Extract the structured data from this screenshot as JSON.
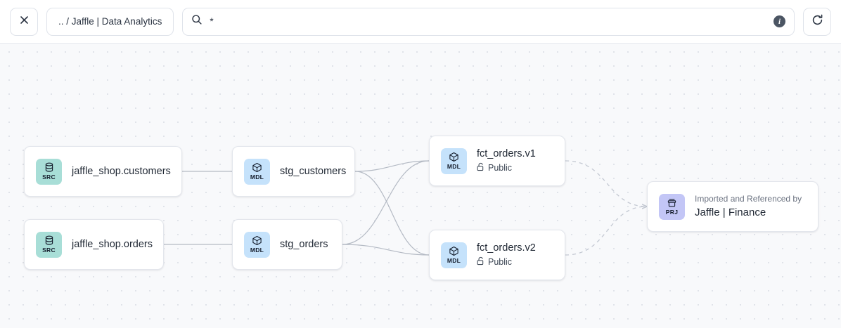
{
  "toolbar": {
    "close_label": "✕",
    "breadcrumb": ".. / Jaffle | Data Analytics",
    "search_value": "*",
    "search_placeholder": "Search",
    "info_label": "i",
    "refresh_label": "Refresh"
  },
  "canvas": {
    "background": "#f8f9fb",
    "dot_color": "#dcdfe6",
    "edge_color": "#b4bac4",
    "dashed_edge_color": "#c3c8d2"
  },
  "badges": {
    "src": {
      "label": "SRC",
      "color": "#a8ded7",
      "icon": "database-icon"
    },
    "mdl": {
      "label": "MDL",
      "color": "#c5e2fb",
      "icon": "cube-icon"
    },
    "prj": {
      "label": "PRJ",
      "color": "#c3c6f6",
      "icon": "archive-icon"
    }
  },
  "nodes": [
    {
      "id": "jaffle_shop_customers",
      "kind": "SRC",
      "title": "jaffle_shop.customers"
    },
    {
      "id": "jaffle_shop_orders",
      "kind": "SRC",
      "title": "jaffle_shop.orders"
    },
    {
      "id": "stg_customers",
      "kind": "MDL",
      "title": "stg_customers"
    },
    {
      "id": "stg_orders",
      "kind": "MDL",
      "title": "stg_orders"
    },
    {
      "id": "fct_orders_v1",
      "kind": "MDL",
      "title": "fct_orders.v1",
      "access": "Public",
      "access_icon": "unlock-icon"
    },
    {
      "id": "fct_orders_v2",
      "kind": "MDL",
      "title": "fct_orders.v2",
      "access": "Public",
      "access_icon": "unlock-icon"
    },
    {
      "id": "jaffle_finance",
      "kind": "PRJ",
      "eyebrow": "Imported and Referenced by",
      "name": "Jaffle | Finance"
    }
  ]
}
